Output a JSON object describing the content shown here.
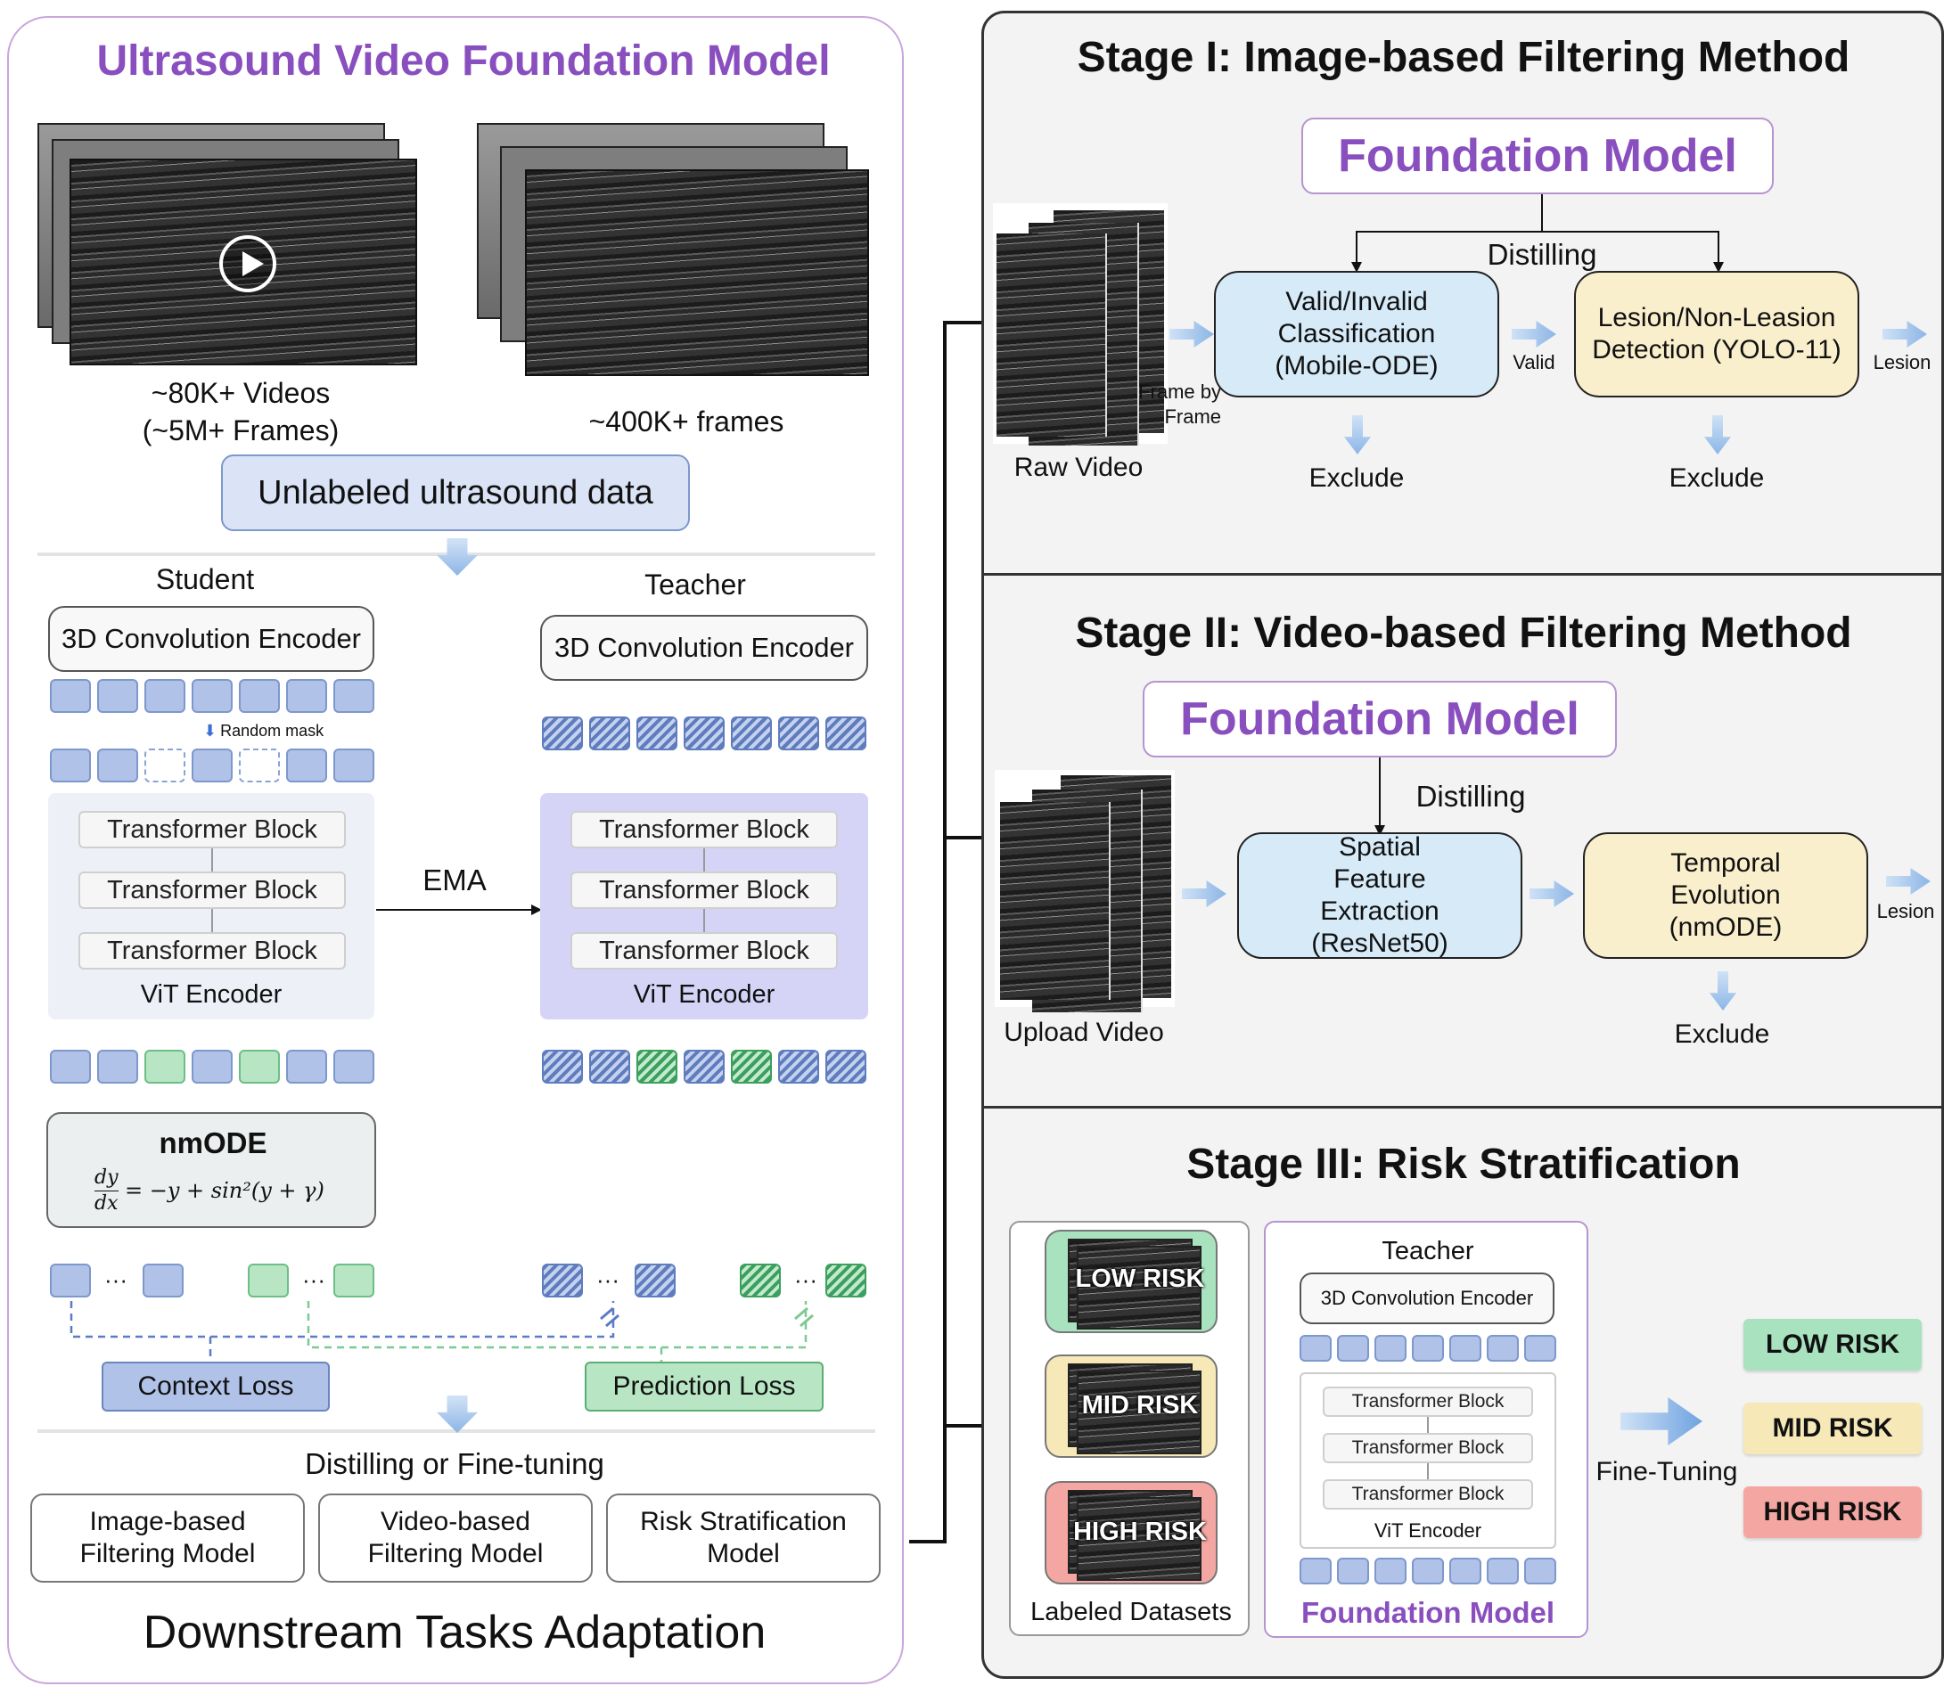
{
  "left": {
    "title": "Ultrasound Video Foundation Model",
    "videos_caption_line1": "~80K+ Videos",
    "videos_caption_line2": "(~5M+ Frames)",
    "frames_caption": "~400K+  frames",
    "unlabeled_box": "Unlabeled ultrasound data",
    "student_label": "Student",
    "teacher_label": "Teacher",
    "conv_encoder": "3D Convolution Encoder",
    "random_mask": "Random mask",
    "transformer_block": "Transformer Block",
    "vit_encoder": "ViT Encoder",
    "ema": "EMA",
    "nmode_title": "nmODE",
    "nmode_formula_lhs_num": "dy",
    "nmode_formula_lhs_den": "dx",
    "nmode_formula_rhs": "= −y + sin²(y + γ)",
    "ellipsis": "···",
    "context_loss": "Context Loss",
    "prediction_loss": "Prediction Loss",
    "distill_caption": "Distilling or Fine-tuning",
    "task1": "Image-based Filtering Model",
    "task2": "Video-based Filtering Model",
    "task3": "Risk Stratification Model",
    "downstream": "Downstream Tasks Adaptation"
  },
  "stage1": {
    "title": "Stage I: Image-based Filtering Method",
    "foundation": "Foundation Model",
    "distilling": "Distilling",
    "raw_video": "Raw Video",
    "frame_by": "Frame by",
    "frame": "Frame",
    "valid_box": "Valid/Invalid Classification (Mobile-ODE)",
    "valid": "Valid",
    "lesion_box": "Lesion/Non-Leasion Detection (YOLO-11)",
    "lesion": "Lesion",
    "exclude": "Exclude"
  },
  "stage2": {
    "title": "Stage II: Video-based Filtering Method",
    "foundation": "Foundation Model",
    "distilling": "Distilling",
    "upload_video": "Upload Video",
    "spatial_box": "Spatial Feature Extraction (ResNet50)",
    "temporal_box": "Temporal Evolution (nmODE)",
    "lesion": "Lesion",
    "exclude": "Exclude"
  },
  "stage3": {
    "title": "Stage III: Risk Stratification",
    "low": "LOW RISK",
    "mid": "MID RISK",
    "high": "HIGH RISK",
    "labeled": "Labeled Datasets",
    "teacher": "Teacher",
    "conv_encoder": "3D Convolution Encoder",
    "transformer_block": "Transformer Block",
    "vit_encoder": "ViT Encoder",
    "foundation": "Foundation Model",
    "fine_tuning": "Fine-Tuning"
  },
  "colors": {
    "purple": "#8a4fbf",
    "blue_token": "#b0c2e8",
    "green_token": "#b8e6c4",
    "low": "#a8e2bf",
    "mid": "#f7e8b8",
    "high": "#f4a7a2"
  }
}
